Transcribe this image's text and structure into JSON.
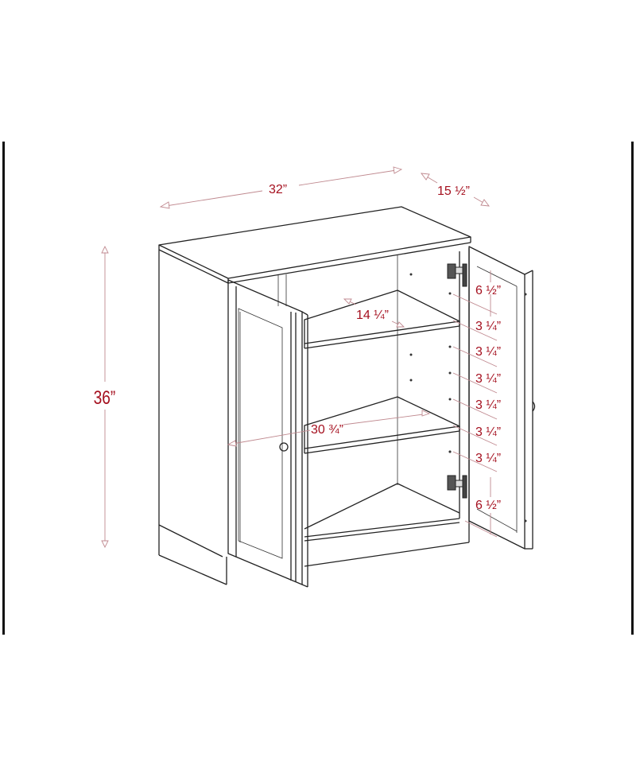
{
  "diagram": {
    "subject": "Two-door storage cabinet with adjustable shelves",
    "colors": {
      "line": "#222222",
      "dimension_line": "#c08a90",
      "dimension_text": "#a5101f",
      "background": "#ffffff",
      "frame": "#111111"
    },
    "dimensions": {
      "width": "32”",
      "depth": "15 ½”",
      "height": "36”",
      "shelf_depth": "14 ¼”",
      "interior_width": "30 ¾”",
      "hole_spacing": [
        "6 ½”",
        "3 ¼”",
        "3 ¼”",
        "3 ¼”",
        "3 ¼”",
        "3 ¼”",
        "3 ¼”",
        "6 ½”"
      ]
    }
  }
}
